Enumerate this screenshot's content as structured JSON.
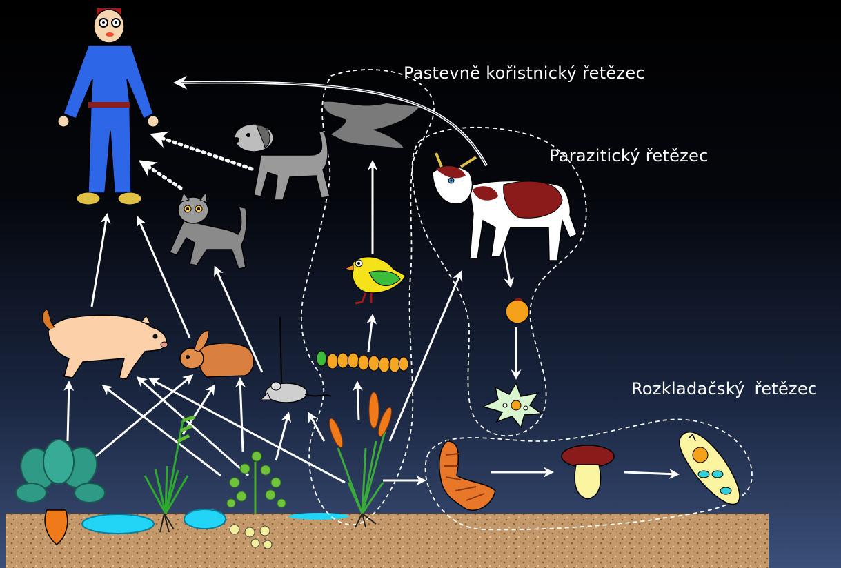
{
  "labels": {
    "grazing_chain": "Pastevně kořistnický řetězec",
    "parasitic_chain": "Parazitický řetězec",
    "decomposer_chain": "Rozkladačský  řetězec"
  },
  "colors": {
    "background_top": "#000000",
    "background_bottom": "#3b4f78",
    "soil": "#c49a6c",
    "arrow": "#ffffff",
    "human_body": "#2e66e8",
    "water": "#22d4f5"
  },
  "icons": [
    "human-figure",
    "dog",
    "cat",
    "swallow-bird",
    "cow",
    "pig",
    "rabbit",
    "mouse",
    "yellow-bird",
    "caterpillar",
    "liver-fluke-egg",
    "parasite-cell",
    "earthworm",
    "mushroom",
    "paramecium",
    "beet-plant",
    "grass",
    "clover-plant",
    "wheat",
    "water-puddle",
    "soil"
  ]
}
